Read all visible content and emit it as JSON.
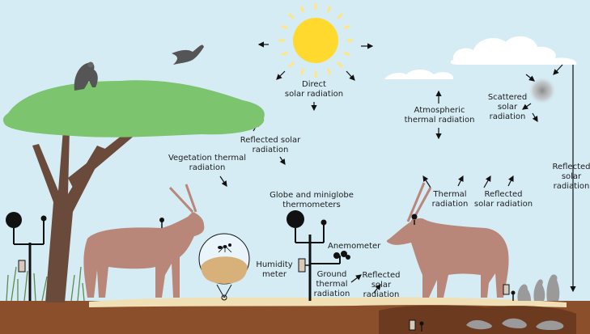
{
  "labels": {
    "direct": "Direct\nsolar radiation",
    "atmospheric": "Atmospheric\nthermal radiation",
    "scattered": "Scattered\nsolar\nradiation",
    "reflected_tree": "Reflected solar\nradiation",
    "vegetation": "Vegetation thermal\nradiation",
    "reflected_right": "Reflected\nsolar\nradiation",
    "globe": "Globe and miniglobe\nthermometers",
    "anemometer": "Anemometer",
    "humidity": "Humidity\nmeter",
    "ground_thermal": "Ground\nthermal\nradiation",
    "reflected_ground": "Reflected\nsolar\nradiation",
    "thermal": "Thermal\nradiation",
    "reflected_oryx": "Reflected\nsolar radiation"
  },
  "colors": {
    "sky": "#d6ecf5",
    "sun": "#ffd92e",
    "sun_rays": "#ffe680",
    "canopy": "#7cc46d",
    "trunk": "#6a4a3b",
    "oryx": "#b8877a",
    "ground": "#8b4f2c",
    "sand": "#f1dfb5",
    "burrow": "#6b3a1f",
    "instrument": "#111111",
    "cloud": "#ffffff"
  },
  "icons": [
    "sun-icon",
    "cloud-icon",
    "vulture-icon",
    "bird-icon",
    "oryx-icon",
    "acacia-tree-icon",
    "ant-icon",
    "globe-thermometer-icon",
    "anemometer-icon",
    "humidity-meter-icon",
    "meerkat-icon",
    "lizard-icon"
  ]
}
